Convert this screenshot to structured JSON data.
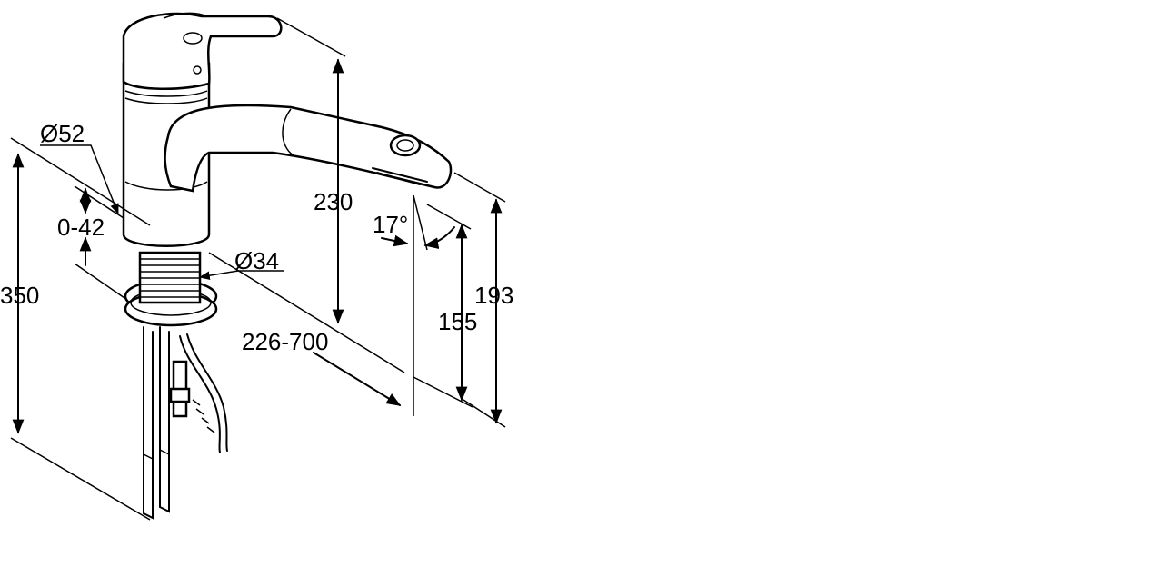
{
  "drawing": {
    "labels": {
      "outlet_diameter": "Ø52",
      "thread_diameter": "Ø34",
      "height_adjust": "0-42",
      "total_length": "350",
      "spout_height": "230",
      "reach_range": "226-700",
      "swivel_angle": "17°",
      "outlet_height": "155",
      "top_height": "193"
    }
  }
}
